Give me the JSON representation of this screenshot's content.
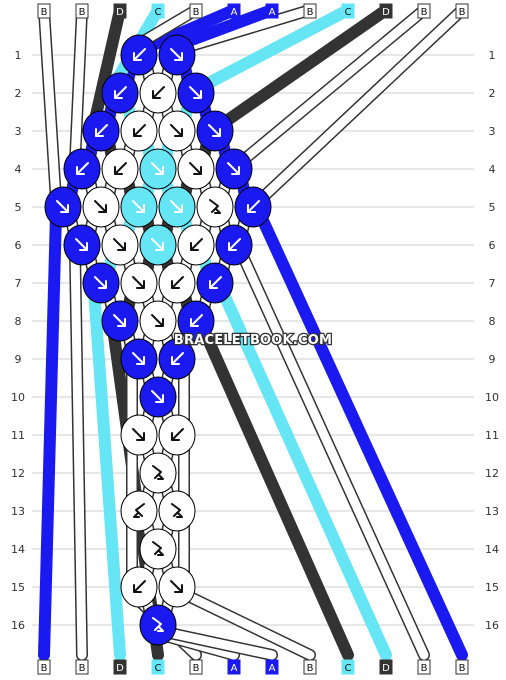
{
  "watermark": "BRACELETBOOK.COM",
  "row_numbers": [
    "1",
    "2",
    "3",
    "4",
    "5",
    "6",
    "7",
    "8",
    "9",
    "10",
    "11",
    "12",
    "13",
    "14",
    "15",
    "16"
  ],
  "strand_labels": [
    "B",
    "B",
    "D",
    "C",
    "B",
    "A",
    "A",
    "B",
    "C",
    "D",
    "B",
    "B"
  ],
  "colors": {
    "A": "#1a1af0",
    "B": "#ffffff",
    "C": "#66e5f5",
    "D": "#333333"
  },
  "chart_data": {
    "type": "knot-pattern",
    "strands": [
      "B",
      "B",
      "D",
      "C",
      "B",
      "A",
      "A",
      "B",
      "C",
      "D",
      "B",
      "B"
    ],
    "knots": [
      {
        "row": 1,
        "pos": 5,
        "color": "A",
        "dir": "down-left"
      },
      {
        "row": 1,
        "pos": 7,
        "color": "A",
        "dir": "down-right"
      },
      {
        "row": 2,
        "pos": 4,
        "color": "A",
        "dir": "down-left"
      },
      {
        "row": 2,
        "pos": 6,
        "color": "B",
        "dir": "down-left"
      },
      {
        "row": 2,
        "pos": 8,
        "color": "A",
        "dir": "down-right"
      },
      {
        "row": 3,
        "pos": 3,
        "color": "A",
        "dir": "down-left"
      },
      {
        "row": 3,
        "pos": 5,
        "color": "B",
        "dir": "down-left"
      },
      {
        "row": 3,
        "pos": 7,
        "color": "B",
        "dir": "down-right"
      },
      {
        "row": 3,
        "pos": 9,
        "color": "A",
        "dir": "down-right"
      },
      {
        "row": 4,
        "pos": 2,
        "color": "A",
        "dir": "down-left"
      },
      {
        "row": 4,
        "pos": 4,
        "color": "B",
        "dir": "down-left"
      },
      {
        "row": 4,
        "pos": 6,
        "color": "C",
        "dir": "down-right"
      },
      {
        "row": 4,
        "pos": 8,
        "color": "B",
        "dir": "down-right"
      },
      {
        "row": 4,
        "pos": 10,
        "color": "A",
        "dir": "down-right"
      },
      {
        "row": 5,
        "pos": 1,
        "color": "A",
        "dir": "down-right"
      },
      {
        "row": 5,
        "pos": 3,
        "color": "B",
        "dir": "down-right"
      },
      {
        "row": 5,
        "pos": 5,
        "color": "C",
        "dir": "down-right"
      },
      {
        "row": 5,
        "pos": 7,
        "color": "C",
        "dir": "down-right"
      },
      {
        "row": 5,
        "pos": 9,
        "color": "B",
        "dir": "right-down"
      },
      {
        "row": 5,
        "pos": 11,
        "color": "A",
        "dir": "down-left"
      },
      {
        "row": 6,
        "pos": 2,
        "color": "A",
        "dir": "down-right"
      },
      {
        "row": 6,
        "pos": 4,
        "color": "B",
        "dir": "down-right"
      },
      {
        "row": 6,
        "pos": 6,
        "color": "C",
        "dir": "down-right"
      },
      {
        "row": 6,
        "pos": 8,
        "color": "B",
        "dir": "down-left"
      },
      {
        "row": 6,
        "pos": 10,
        "color": "A",
        "dir": "down-left"
      },
      {
        "row": 7,
        "pos": 3,
        "color": "A",
        "dir": "down-right"
      },
      {
        "row": 7,
        "pos": 5,
        "color": "B",
        "dir": "down-right"
      },
      {
        "row": 7,
        "pos": 7,
        "color": "B",
        "dir": "down-left"
      },
      {
        "row": 7,
        "pos": 9,
        "color": "A",
        "dir": "down-left"
      },
      {
        "row": 8,
        "pos": 4,
        "color": "A",
        "dir": "down-right"
      },
      {
        "row": 8,
        "pos": 6,
        "color": "B",
        "dir": "down-right"
      },
      {
        "row": 8,
        "pos": 8,
        "color": "A",
        "dir": "down-left"
      },
      {
        "row": 9,
        "pos": 5,
        "color": "A",
        "dir": "down-right"
      },
      {
        "row": 9,
        "pos": 7,
        "color": "A",
        "dir": "down-left"
      },
      {
        "row": 10,
        "pos": 6,
        "color": "A",
        "dir": "down-right"
      },
      {
        "row": 11,
        "pos": 5,
        "color": "B",
        "dir": "down-right"
      },
      {
        "row": 11,
        "pos": 7,
        "color": "B",
        "dir": "down-left"
      },
      {
        "row": 12,
        "pos": 6,
        "color": "B",
        "dir": "right-down"
      },
      {
        "row": 13,
        "pos": 5,
        "color": "B",
        "dir": "left-down"
      },
      {
        "row": 13,
        "pos": 7,
        "color": "B",
        "dir": "right-down"
      },
      {
        "row": 14,
        "pos": 6,
        "color": "B",
        "dir": "right-down"
      },
      {
        "row": 15,
        "pos": 5,
        "color": "B",
        "dir": "down-left"
      },
      {
        "row": 15,
        "pos": 7,
        "color": "B",
        "dir": "down-right"
      },
      {
        "row": 16,
        "pos": 6,
        "color": "A",
        "dir": "right-down"
      }
    ]
  }
}
